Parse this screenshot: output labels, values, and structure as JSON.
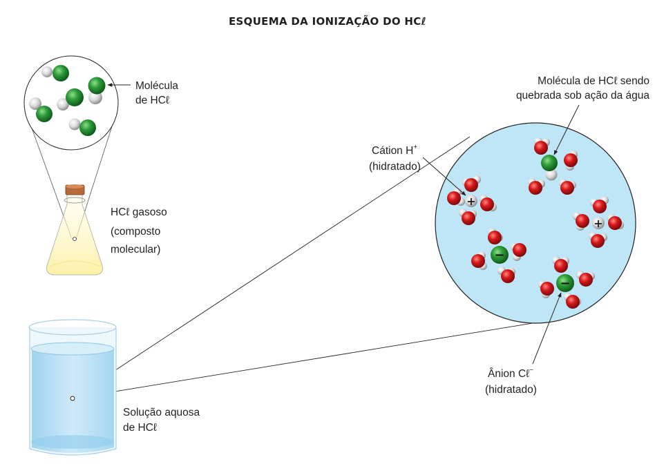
{
  "title": "ESQUEMA DA IONIZAÇÃO DO HCℓ",
  "labels": {
    "molecule_line1": "Molécula",
    "molecule_line2": "de HCℓ",
    "gas_line1": "HCℓ gasoso",
    "gas_line2": "(composto",
    "gas_line3": "molecular)",
    "solution_line1": "Solução aquosa",
    "solution_line2": "de HCℓ",
    "breaking_line1": "Molécula de HCℓ sendo",
    "breaking_line2": "quebrada sob ação da água",
    "cation_base": "Cátion H",
    "cation_sup": "+",
    "cation_line2": "(hidratado)",
    "anion_base": "Ânion Cℓ",
    "anion_sup": "−",
    "anion_line2": "(hidratado)"
  },
  "ion_signs": {
    "plus": "+",
    "minus": "−"
  },
  "colors": {
    "chlorine": "#2e9b3a",
    "hydrogen": "#d9dadb",
    "oxygen": "#d7191c",
    "solution": "#bfe6f6",
    "line": "#231f20"
  }
}
